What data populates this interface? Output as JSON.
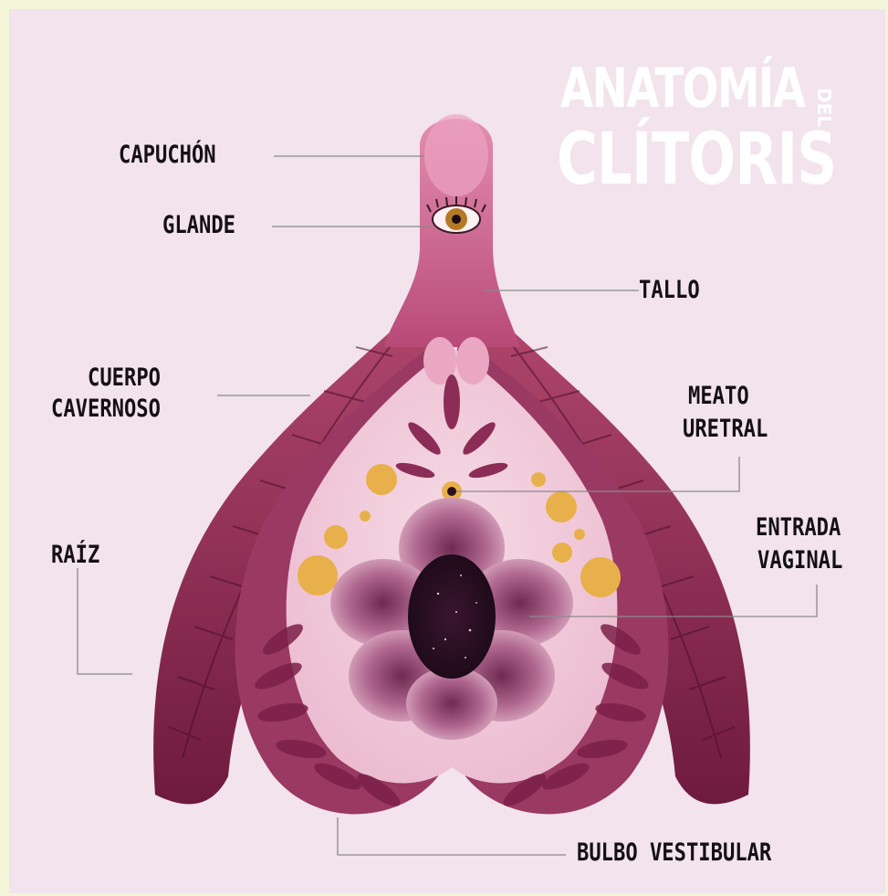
{
  "title": {
    "line1": "ANATOMÍA",
    "small": "DEL",
    "line2": "CLÍTORIS"
  },
  "labels": {
    "capuchon": "CAPUCHÓN",
    "glande": "GLANDE",
    "tallo": "TALLO",
    "cuerpo_line1": "CUERPO",
    "cuerpo_line2": "CAVERNOSO",
    "meato_line1": "MEATO",
    "meato_line2": "URETRAL",
    "raiz": "RAÍZ",
    "entrada_line1": "ENTRADA",
    "entrada_line2": "VAGINAL",
    "bulbo": "BULBO VESTIBULAR"
  },
  "colors": {
    "background": "#f2e3ec",
    "outer_frame": "#f3f5d8",
    "organ_dark": "#7a1f45",
    "organ_mid": "#a8436c",
    "organ_light": "#d9819f",
    "inner_pink": "#f1c9d8",
    "petal": "#b4678b",
    "center": "#2a0f24",
    "pollen": "#e8b04a",
    "leader_line": "#8a8a8a",
    "text": "#141014"
  }
}
